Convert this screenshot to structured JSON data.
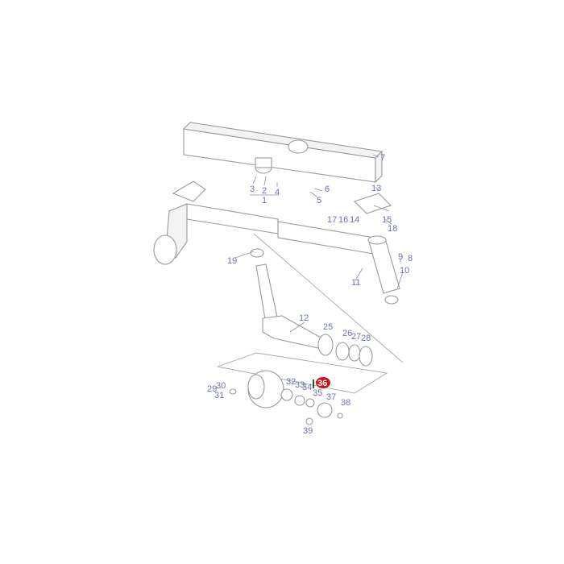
{
  "diagram": {
    "highlighted_part": "36",
    "highlight_color": "#c8141c",
    "label_color": "#6d72b3",
    "callouts": [
      "1",
      "2",
      "3",
      "4",
      "5",
      "6",
      "7",
      "8",
      "9",
      "10",
      "11",
      "12",
      "13",
      "14",
      "15",
      "16",
      "17",
      "18",
      "19",
      "25",
      "26",
      "27",
      "28",
      "29",
      "30",
      "31",
      "32",
      "33",
      "34",
      "35",
      "36",
      "37",
      "38",
      "39"
    ]
  }
}
